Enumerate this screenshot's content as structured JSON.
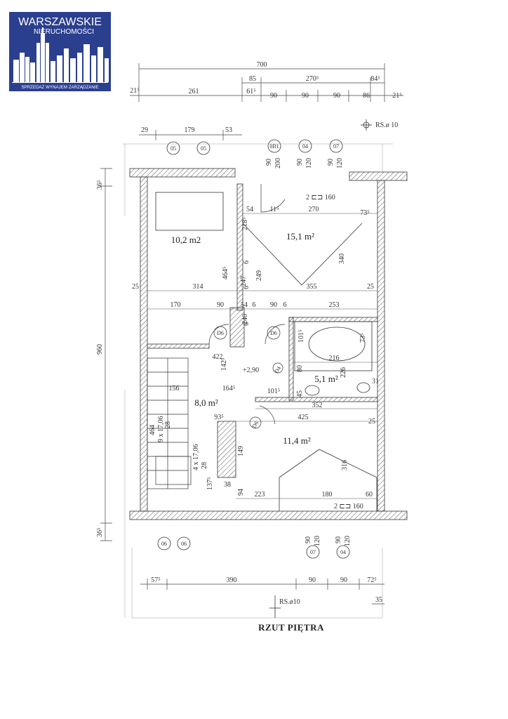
{
  "logo": {
    "line1": "WARSZAWSKIE",
    "line2": "NIERUCHOMOŚCI",
    "tagline": "SPRZEDAŻ   WYNAJEM   ZARZĄDZANIE",
    "color": "#2b3f8f"
  },
  "plan": {
    "title": "RZUT PIĘTRA",
    "rooms": [
      {
        "id": "room-1",
        "area": "10,2 m2"
      },
      {
        "id": "room-2",
        "area": "15,1 m²"
      },
      {
        "id": "room-3",
        "area": "5,1 m²"
      },
      {
        "id": "room-4",
        "area": "8,0 m²"
      },
      {
        "id": "room-5",
        "area": "11,4 m²"
      }
    ],
    "level": "+2,90",
    "section_marks": [
      "RS.ø 10",
      "RS.ø10"
    ],
    "window_marks_top": [
      "05",
      "05",
      "0B1",
      "04",
      "07"
    ],
    "window_marks_bottom": [
      "06",
      "06",
      "07",
      "04"
    ],
    "door_marks": [
      "D6",
      "D6",
      "D4",
      "D6"
    ],
    "window_sizes": [
      "2 ⊏⊐ 160",
      "2 ⊏⊐ 160"
    ],
    "dims_top_row1": [
      "700"
    ],
    "dims_top_row2": [
      "85",
      "270⁵",
      "84⁵"
    ],
    "dims_top_row3": [
      "21⁵",
      "261",
      "61⁵",
      "90",
      "90",
      "90",
      "86",
      "21⁵"
    ],
    "dims_top_row4": [
      "29",
      "179",
      "53"
    ],
    "dims_bottom": [
      "57⁵",
      "390",
      "90",
      "90",
      "72⁵",
      "35"
    ],
    "dims_side": [
      "36⁵",
      "960",
      "36⁵"
    ],
    "dims_interior": [
      "54",
      "11⁵",
      "270",
      "73⁵",
      "218⁵",
      "464⁵",
      "25",
      "314",
      "355",
      "25",
      "170",
      "90",
      "54",
      "6",
      "90",
      "6",
      "253",
      "240",
      "422",
      "142⁵",
      "216",
      "164⁵",
      "101⁵",
      "352",
      "156",
      "93⁵",
      "425",
      "25",
      "149",
      "223",
      "180",
      "60",
      "38",
      "94",
      "464",
      "9 x 17,06",
      "4 x 17,06",
      "28",
      "28",
      "137⁵",
      "6",
      "6",
      "6",
      "80",
      "45",
      "101⁵",
      "73⁵",
      "31",
      "226",
      "316",
      "340",
      "247",
      "249"
    ],
    "dims_openings": [
      "90",
      "200",
      "90",
      "120",
      "90",
      "120",
      "90",
      "120",
      "90",
      "120"
    ]
  }
}
